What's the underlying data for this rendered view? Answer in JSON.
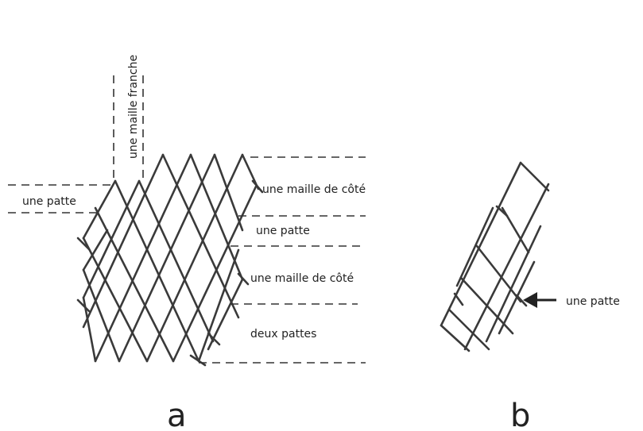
{
  "diagram_a": {
    "caption": "a",
    "labels": {
      "maille_franche": "une maille franche",
      "patte_left": "une patte",
      "maille_cote_1": "une maille de côté",
      "patte_right": "une patte",
      "maille_cote_2": "une maille de côté",
      "deux_pattes": "deux pattes"
    }
  },
  "diagram_b": {
    "caption": "b",
    "label_patte": "une patte"
  }
}
